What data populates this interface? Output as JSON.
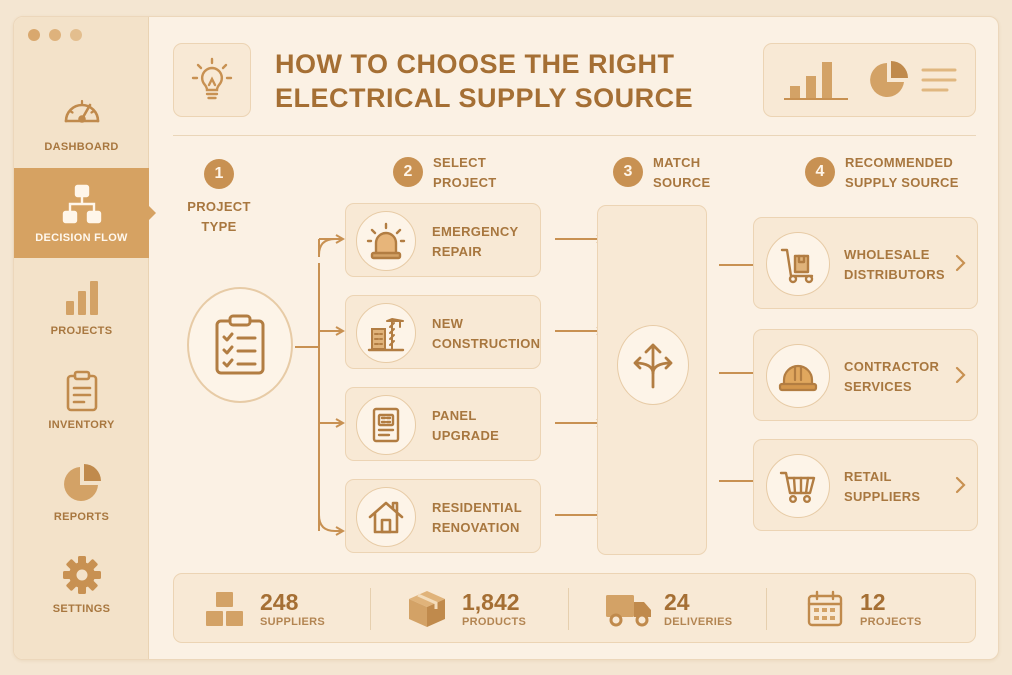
{
  "page": {
    "title": "HOW TO CHOOSE THE RIGHT ELECTRICAL SUPPLY SOURCE"
  },
  "sidebar": {
    "items": [
      {
        "label": "DASHBOARD",
        "icon": "gauge-icon",
        "active": false
      },
      {
        "label": "DECISION FLOW",
        "icon": "flowchart-icon",
        "active": true
      },
      {
        "label": "PROJECTS",
        "icon": "bar-chart-icon",
        "active": false
      },
      {
        "label": "INVENTORY",
        "icon": "clipboard-icon",
        "active": false
      },
      {
        "label": "REPORTS",
        "icon": "pie-chart-icon",
        "active": false
      },
      {
        "label": "SETTINGS",
        "icon": "gear-icon",
        "active": false
      }
    ]
  },
  "steps": [
    {
      "number": "1",
      "label": "PROJECT\nTYPE"
    },
    {
      "number": "2",
      "label": "SELECT\nPROJECT"
    },
    {
      "number": "3",
      "label": "MATCH\nSOURCE"
    },
    {
      "number": "4",
      "label": "RECOMMENDED\nSUPPLY SOURCE"
    }
  ],
  "projects": [
    {
      "label": "EMERGENCY\nREPAIR",
      "icon": "siren-icon"
    },
    {
      "label": "NEW\nCONSTRUCTION",
      "icon": "crane-icon"
    },
    {
      "label": "PANEL\nUPGRADE",
      "icon": "electrical-panel-icon"
    },
    {
      "label": "RESIDENTIAL\nRENOVATION",
      "icon": "house-icon"
    }
  ],
  "suppliers": [
    {
      "label": "WHOLESALE\nDISTRIBUTORS",
      "icon": "hand-truck-icon"
    },
    {
      "label": "CONTRACTOR\nSERVICES",
      "icon": "hard-hat-icon"
    },
    {
      "label": "RETAIL\nSUPPLIERS",
      "icon": "shopping-cart-icon"
    }
  ],
  "stats": [
    {
      "value": "248",
      "label": "SUPPLIERS",
      "icon": "boxes-icon"
    },
    {
      "value": "1,842",
      "label": "PRODUCTS",
      "icon": "package-icon"
    },
    {
      "value": "24",
      "label": "DELIVERIES",
      "icon": "truck-icon"
    },
    {
      "value": "12",
      "label": "PROJECTS",
      "icon": "calendar-icon"
    }
  ],
  "colors": {
    "accent": "#d6a262",
    "text": "#a56f34",
    "background": "#fbf1e4",
    "sidebar": "#f3e2c9"
  }
}
